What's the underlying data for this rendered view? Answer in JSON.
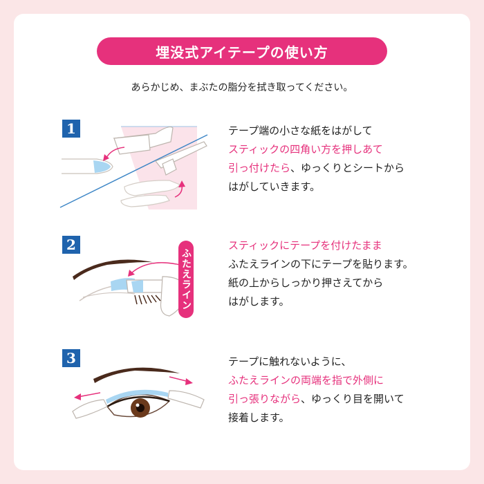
{
  "title": "埋没式アイテープの使い方",
  "intro": "あらかじめ、まぶたの脂分を拭き取ってください。",
  "steps": [
    {
      "number": "1",
      "lines": [
        {
          "plain": "テープ端の小さな紙をはがして",
          "highlight": ""
        },
        {
          "plain": "",
          "highlight": "スティックの四角い方を押しあて"
        },
        {
          "highlight": "引っ付けたら",
          "plain": "、ゆっくりとシートから"
        },
        {
          "plain": "はがしていきます。",
          "highlight": ""
        }
      ]
    },
    {
      "number": "2",
      "side_label": "ふたえライン",
      "lines": [
        {
          "plain": "",
          "highlight": "スティックにテープを付けたまま"
        },
        {
          "plain": "ふたえラインの下にテープを貼ります。",
          "highlight": ""
        },
        {
          "plain": "紙の上からしっかり押さえてから",
          "highlight": ""
        },
        {
          "plain": "はがします。",
          "highlight": ""
        }
      ]
    },
    {
      "number": "3",
      "lines": [
        {
          "plain": "テープに触れないように、",
          "highlight": ""
        },
        {
          "plain": "",
          "highlight": "ふたえラインの両端を指で外側に"
        },
        {
          "highlight": "引っ張りながら",
          "plain": "、ゆっくり目を開いて"
        },
        {
          "plain": "接着します。",
          "highlight": ""
        }
      ]
    }
  ],
  "colors": {
    "accent": "#e6317c",
    "badge": "#1f63ad",
    "background": "#fbe6e7",
    "tape": "#a9d6f2"
  }
}
